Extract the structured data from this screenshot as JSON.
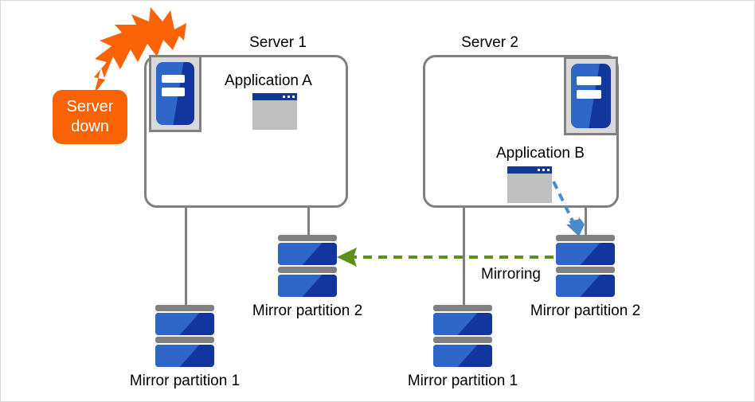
{
  "diagram": {
    "title_server1": "Server 1",
    "title_server2": "Server 2",
    "app_a_label": "Application  A",
    "app_b_label": "Application  B",
    "server_down_line1": "Server",
    "server_down_line2": "down",
    "mirroring_label": "Mirroring",
    "s1_mirror_partition_1": "Mirror partition 1",
    "s1_mirror_partition_2": "Mirror partition 2",
    "s2_mirror_partition_1": "Mirror partition 1",
    "s2_mirror_partition_2": "Mirror partition 2",
    "colors": {
      "alert_orange": "#f96306",
      "box_gray": "#808080",
      "disk_dark_blue": "#12369e",
      "disk_light_blue": "#2f67c9",
      "panel_gray": "#d9d9d9",
      "window_body_gray": "#bfbfbf",
      "mirroring_arrow_green": "#5b9215",
      "write_arrow_blue": "#4a8bc9",
      "text_black": "#000000",
      "frame_border": "#d9d9d9"
    },
    "icons": {
      "server_unit": "server-rack-icon",
      "application_window": "application-window-icon",
      "disk_partition": "disk-partition-icon",
      "failure_burst": "failure-burst-icon",
      "mirroring_arrow": "mirroring-arrow-icon",
      "write_arrow": "write-arrow-icon"
    }
  }
}
